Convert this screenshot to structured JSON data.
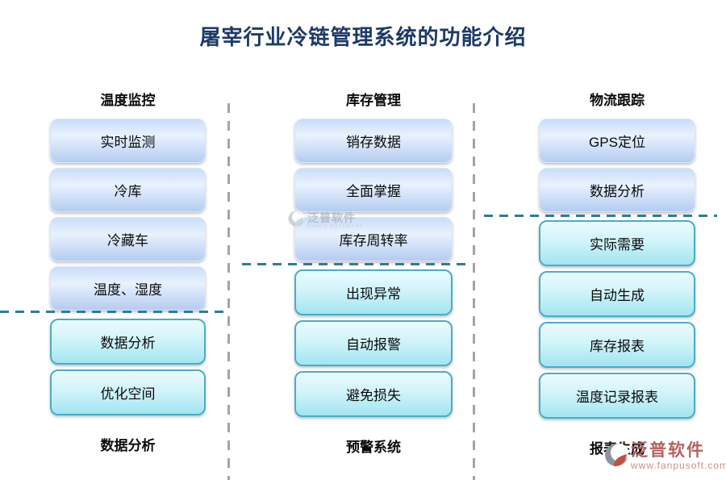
{
  "title": "屠宰行业冷链管理系统的功能介绍",
  "columns": [
    {
      "top_header": "温度监控",
      "blue_items": [
        "实时监测",
        "冷库",
        "冷藏车",
        "温度、湿度"
      ],
      "cyan_items": [
        "数据分析",
        "优化空间"
      ],
      "bottom_header": "数据分析"
    },
    {
      "top_header": "库存管理",
      "blue_items": [
        "销存数据",
        "全面掌握",
        "库存周转率"
      ],
      "cyan_items": [
        "出现异常",
        "自动报警",
        "避免损失"
      ],
      "bottom_header": "预警系统"
    },
    {
      "top_header": "物流跟踪",
      "blue_items": [
        "GPS定位",
        "数据分析"
      ],
      "cyan_items": [
        "实际需要",
        "自动生成",
        "库存报表",
        "温度记录报表"
      ],
      "bottom_header": "报表生成"
    }
  ],
  "watermark": {
    "name": "泛普软件",
    "subtext": "FANPU SOFTWARE"
  },
  "brand": {
    "name": "泛普软件",
    "url": "www.fanpusoft.com"
  },
  "colors": {
    "title": "#1e3a66",
    "teal_dash": "#2b7e95",
    "gray_dash": "#a4a4a4",
    "blue_box_top": "#e9f2fd",
    "blue_box_bottom": "#b5ccf0",
    "cyan_box_top": "#eafbfd",
    "cyan_box_bottom": "#a2e5f1",
    "cyan_border": "#4bacc6",
    "brand_red": "#b2625f",
    "logo_gray": "#8d93a3",
    "logo_red": "#c24f3f"
  }
}
